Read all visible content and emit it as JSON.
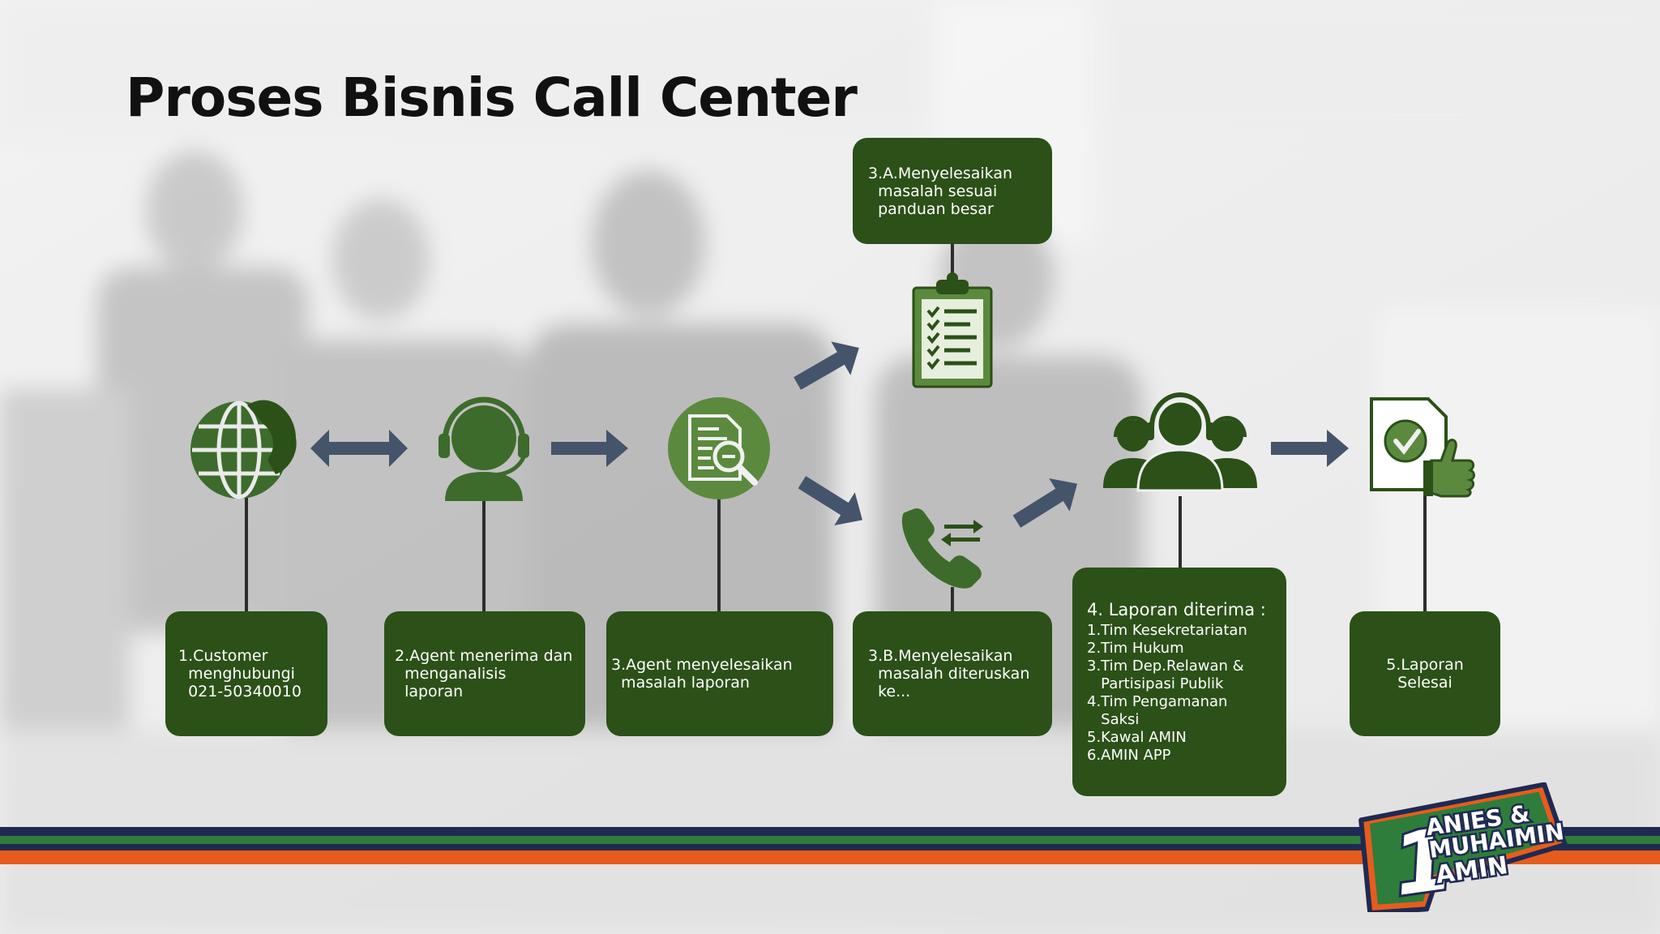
{
  "title": "Proses Bisnis Call Center",
  "colors": {
    "box": "#2b5018",
    "icon_green": "#3d6b2b",
    "icon_light": "#5b8a3e",
    "arrow": "#44546a",
    "connector": "#2d2d2d",
    "stripe_navy": "#1f2a52",
    "stripe_green": "#2e7d3b",
    "stripe_orange": "#e65c1e"
  },
  "steps": [
    {
      "id": "1",
      "icon": "globe-phone-icon",
      "text": "1.Customer\n  menghubungi\n  021-50340010"
    },
    {
      "id": "2",
      "icon": "headset-agent-icon",
      "text": "2.Agent menerima dan\n  menganalisis\n  laporan"
    },
    {
      "id": "3",
      "icon": "document-search-icon",
      "text": "3.Agent menyelesaikan\n  masalah laporan"
    },
    {
      "id": "3A",
      "icon": "checklist-clipboard-icon",
      "text": "3.A.Menyelesaikan\n  masalah sesuai\n  panduan besar"
    },
    {
      "id": "3B",
      "icon": "phone-transfer-icon",
      "text": "3.B.Menyelesaikan\n  masalah diteruskan\n  ke..."
    },
    {
      "id": "4",
      "icon": "team-headset-icon",
      "heading": "4. Laporan diterima :",
      "items": [
        "1.Tim Kesekretariatan",
        "2.Tim Hukum",
        "3.Tim Dep.Relawan &",
        "   Partisipasi Publik",
        "4.Tim Pengamanan",
        "   Saksi",
        "5.Kawal AMIN",
        "6.AMIN APP"
      ]
    },
    {
      "id": "5",
      "icon": "approved-document-thumbs-up-icon",
      "text": "5.Laporan\nSelesai"
    }
  ],
  "logo": {
    "number": "1",
    "line1": "ANIES &",
    "line2": "MUHAIMIN",
    "line3": "AMIN"
  }
}
